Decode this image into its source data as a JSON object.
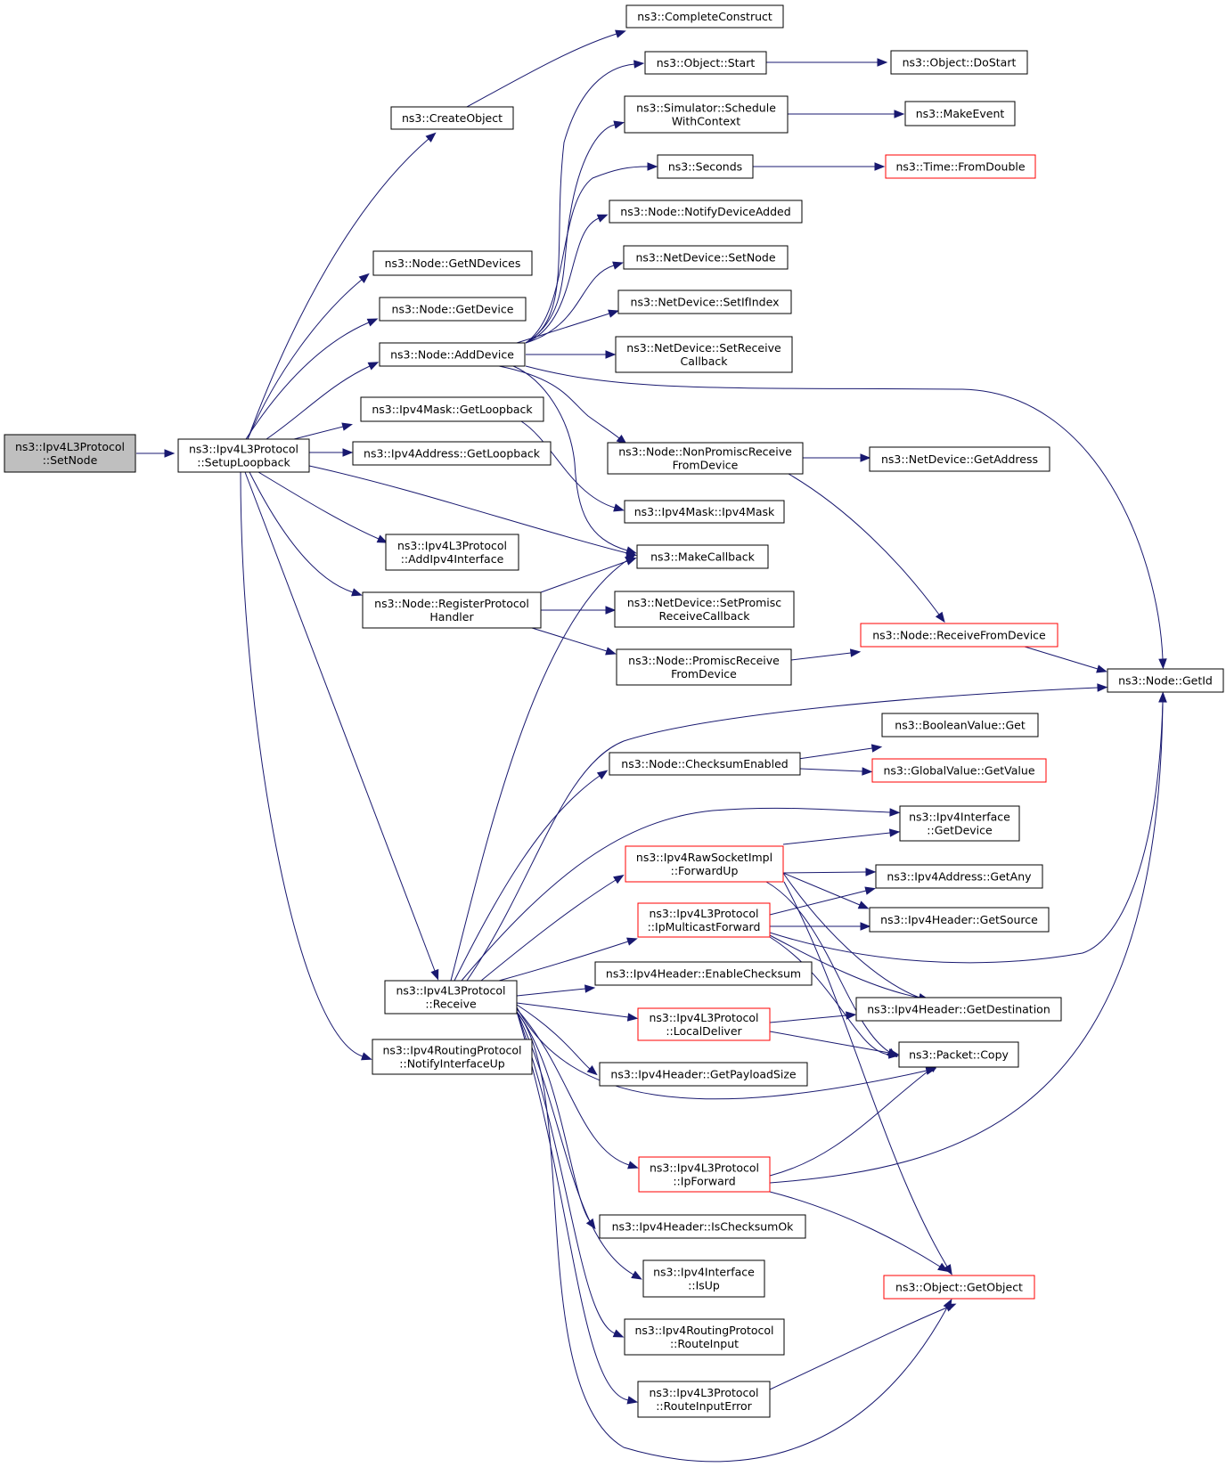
{
  "graph": {
    "colors": {
      "edge": "#191970",
      "node_border": "#000000",
      "external_border": "#ff0000",
      "root_fill": "#bfbfbf",
      "background": "#ffffff"
    },
    "nodes": [
      {
        "id": "setnode",
        "lines": [
          "ns3::Ipv4L3Protocol",
          "::SetNode"
        ],
        "style": "root"
      },
      {
        "id": "setuploopback",
        "lines": [
          "ns3::Ipv4L3Protocol",
          "::SetupLoopback"
        ]
      },
      {
        "id": "completeconstruct",
        "lines": [
          "ns3::CompleteConstruct"
        ]
      },
      {
        "id": "createobject",
        "lines": [
          "ns3::CreateObject"
        ]
      },
      {
        "id": "objectstart",
        "lines": [
          "ns3::Object::Start"
        ]
      },
      {
        "id": "objectdostart",
        "lines": [
          "ns3::Object::DoStart"
        ]
      },
      {
        "id": "schedulewithcontext",
        "lines": [
          "ns3::Simulator::Schedule",
          "WithContext"
        ]
      },
      {
        "id": "makeevent",
        "lines": [
          "ns3::MakeEvent"
        ]
      },
      {
        "id": "seconds",
        "lines": [
          "ns3::Seconds"
        ]
      },
      {
        "id": "fromdouble",
        "lines": [
          "ns3::Time::FromDouble"
        ],
        "style": "red"
      },
      {
        "id": "notifydeviceadded",
        "lines": [
          "ns3::Node::NotifyDeviceAdded"
        ]
      },
      {
        "id": "getndevices",
        "lines": [
          "ns3::Node::GetNDevices"
        ]
      },
      {
        "id": "netdevsetnode",
        "lines": [
          "ns3::NetDevice::SetNode"
        ]
      },
      {
        "id": "getdevice",
        "lines": [
          "ns3::Node::GetDevice"
        ]
      },
      {
        "id": "setifindex",
        "lines": [
          "ns3::NetDevice::SetIfIndex"
        ]
      },
      {
        "id": "adddevice",
        "lines": [
          "ns3::Node::AddDevice"
        ]
      },
      {
        "id": "setreceivecallback",
        "lines": [
          "ns3::NetDevice::SetReceive",
          "Callback"
        ]
      },
      {
        "id": "maskgetloopback",
        "lines": [
          "ns3::Ipv4Mask::GetLoopback"
        ]
      },
      {
        "id": "addrgetloopback",
        "lines": [
          "ns3::Ipv4Address::GetLoopback"
        ]
      },
      {
        "id": "nonpromiscreceive",
        "lines": [
          "ns3::Node::NonPromiscReceive",
          "FromDevice"
        ]
      },
      {
        "id": "getaddress",
        "lines": [
          "ns3::NetDevice::GetAddress"
        ]
      },
      {
        "id": "ipv4mask",
        "lines": [
          "ns3::Ipv4Mask::Ipv4Mask"
        ]
      },
      {
        "id": "addipv4interface",
        "lines": [
          "ns3::Ipv4L3Protocol",
          "::AddIpv4Interface"
        ]
      },
      {
        "id": "makecallback",
        "lines": [
          "ns3::MakeCallback"
        ]
      },
      {
        "id": "registerprotocolhandler",
        "lines": [
          "ns3::Node::RegisterProtocol",
          "Handler"
        ]
      },
      {
        "id": "setpromiscreceivecallback",
        "lines": [
          "ns3::NetDevice::SetPromisc",
          "ReceiveCallback"
        ]
      },
      {
        "id": "receivefromdevice",
        "lines": [
          "ns3::Node::ReceiveFromDevice"
        ],
        "style": "red"
      },
      {
        "id": "promiscreceive",
        "lines": [
          "ns3::Node::PromiscReceive",
          "FromDevice"
        ]
      },
      {
        "id": "getid",
        "lines": [
          "ns3::Node::GetId"
        ]
      },
      {
        "id": "booleanget",
        "lines": [
          "ns3::BooleanValue::Get"
        ]
      },
      {
        "id": "checksumenabled",
        "lines": [
          "ns3::Node::ChecksumEnabled"
        ]
      },
      {
        "id": "globalgetvalue",
        "lines": [
          "ns3::GlobalValue::GetValue"
        ],
        "style": "red"
      },
      {
        "id": "ifacegetdevice",
        "lines": [
          "ns3::Ipv4Interface",
          "::GetDevice"
        ]
      },
      {
        "id": "forwardup",
        "lines": [
          "ns3::Ipv4RawSocketImpl",
          "::ForwardUp"
        ],
        "style": "red"
      },
      {
        "id": "getany",
        "lines": [
          "ns3::Ipv4Address::GetAny"
        ]
      },
      {
        "id": "ipmulticastforward",
        "lines": [
          "ns3::Ipv4L3Protocol",
          "::IpMulticastForward"
        ],
        "style": "red"
      },
      {
        "id": "getsource",
        "lines": [
          "ns3::Ipv4Header::GetSource"
        ]
      },
      {
        "id": "enablechecksum",
        "lines": [
          "ns3::Ipv4Header::EnableChecksum"
        ]
      },
      {
        "id": "receive",
        "lines": [
          "ns3::Ipv4L3Protocol",
          "::Receive"
        ]
      },
      {
        "id": "localdeliver",
        "lines": [
          "ns3::Ipv4L3Protocol",
          "::LocalDeliver"
        ],
        "style": "red"
      },
      {
        "id": "getdestination",
        "lines": [
          "ns3::Ipv4Header::GetDestination"
        ]
      },
      {
        "id": "notifyinterfaceup",
        "lines": [
          "ns3::Ipv4RoutingProtocol",
          "::NotifyInterfaceUp"
        ]
      },
      {
        "id": "packetcopy",
        "lines": [
          "ns3::Packet::Copy"
        ]
      },
      {
        "id": "getpayloadsize",
        "lines": [
          "ns3::Ipv4Header::GetPayloadSize"
        ]
      },
      {
        "id": "ipforward",
        "lines": [
          "ns3::Ipv4L3Protocol",
          "::IpForward"
        ],
        "style": "red"
      },
      {
        "id": "ischecksumok",
        "lines": [
          "ns3::Ipv4Header::IsChecksumOk"
        ]
      },
      {
        "id": "ifaceisup",
        "lines": [
          "ns3::Ipv4Interface",
          "::IsUp"
        ]
      },
      {
        "id": "getobject",
        "lines": [
          "ns3::Object::GetObject"
        ],
        "style": "red"
      },
      {
        "id": "routeinput",
        "lines": [
          "ns3::Ipv4RoutingProtocol",
          "::RouteInput"
        ]
      },
      {
        "id": "routeinputerror",
        "lines": [
          "ns3::Ipv4L3Protocol",
          "::RouteInputError"
        ]
      }
    ],
    "edges": [
      [
        "setnode",
        "setuploopback"
      ],
      [
        "createobject",
        "completeconstruct"
      ],
      [
        "setuploopback",
        "createobject"
      ],
      [
        "objectstart",
        "objectdostart"
      ],
      [
        "schedulewithcontext",
        "makeevent"
      ],
      [
        "seconds",
        "fromdouble"
      ],
      [
        "setuploopback",
        "getndevices"
      ],
      [
        "setuploopback",
        "getdevice"
      ],
      [
        "setuploopback",
        "adddevice"
      ],
      [
        "adddevice",
        "objectstart"
      ],
      [
        "adddevice",
        "schedulewithcontext"
      ],
      [
        "adddevice",
        "seconds"
      ],
      [
        "adddevice",
        "notifydeviceadded"
      ],
      [
        "adddevice",
        "netdevsetnode"
      ],
      [
        "adddevice",
        "setifindex"
      ],
      [
        "adddevice",
        "setreceivecallback"
      ],
      [
        "adddevice",
        "getid"
      ],
      [
        "adddevice",
        "nonpromiscreceive"
      ],
      [
        "adddevice",
        "makecallback"
      ],
      [
        "setuploopback",
        "maskgetloopback"
      ],
      [
        "setuploopback",
        "addrgetloopback"
      ],
      [
        "maskgetloopback",
        "ipv4mask"
      ],
      [
        "nonpromiscreceive",
        "getaddress"
      ],
      [
        "nonpromiscreceive",
        "receivefromdevice"
      ],
      [
        "setuploopback",
        "makecallback"
      ],
      [
        "setuploopback",
        "addipv4interface"
      ],
      [
        "setuploopback",
        "registerprotocolhandler"
      ],
      [
        "registerprotocolhandler",
        "makecallback"
      ],
      [
        "registerprotocolhandler",
        "setpromiscreceivecallback"
      ],
      [
        "registerprotocolhandler",
        "promiscreceive"
      ],
      [
        "promiscreceive",
        "receivefromdevice"
      ],
      [
        "receivefromdevice",
        "getid"
      ],
      [
        "setuploopback",
        "receive"
      ],
      [
        "setuploopback",
        "notifyinterfaceup"
      ],
      [
        "receive",
        "makecallback"
      ],
      [
        "receive",
        "getid"
      ],
      [
        "receive",
        "checksumenabled"
      ],
      [
        "checksumenabled",
        "booleanget"
      ],
      [
        "checksumenabled",
        "globalgetvalue"
      ],
      [
        "receive",
        "ifacegetdevice"
      ],
      [
        "receive",
        "forwardup"
      ],
      [
        "forwardup",
        "ifacegetdevice"
      ],
      [
        "forwardup",
        "getany"
      ],
      [
        "forwardup",
        "getsource"
      ],
      [
        "forwardup",
        "getdestination"
      ],
      [
        "forwardup",
        "packetcopy"
      ],
      [
        "forwardup",
        "getobject"
      ],
      [
        "receive",
        "ipmulticastforward"
      ],
      [
        "ipmulticastforward",
        "getany"
      ],
      [
        "ipmulticastforward",
        "getsource"
      ],
      [
        "ipmulticastforward",
        "getid"
      ],
      [
        "ipmulticastforward",
        "getdestination"
      ],
      [
        "ipmulticastforward",
        "packetcopy"
      ],
      [
        "receive",
        "enablechecksum"
      ],
      [
        "receive",
        "localdeliver"
      ],
      [
        "localdeliver",
        "getdestination"
      ],
      [
        "localdeliver",
        "packetcopy"
      ],
      [
        "receive",
        "getpayloadsize"
      ],
      [
        "receive",
        "packetcopy"
      ],
      [
        "receive",
        "ipforward"
      ],
      [
        "ipforward",
        "packetcopy"
      ],
      [
        "ipforward",
        "getid"
      ],
      [
        "ipforward",
        "getobject"
      ],
      [
        "receive",
        "ischecksumok"
      ],
      [
        "receive",
        "ifaceisup"
      ],
      [
        "receive",
        "routeinput"
      ],
      [
        "receive",
        "routeinputerror"
      ],
      [
        "receive",
        "getobject"
      ],
      [
        "routeinputerror",
        "getobject"
      ]
    ]
  }
}
